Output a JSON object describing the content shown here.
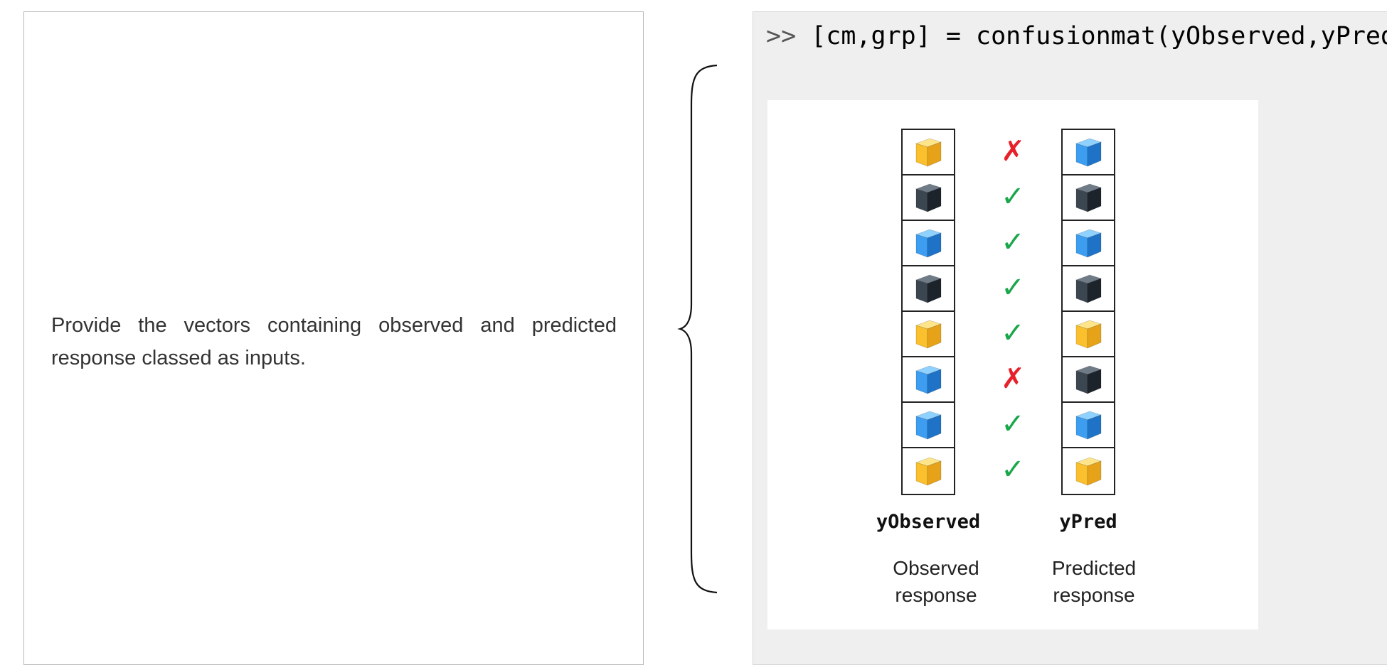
{
  "instruction": {
    "text": "Provide the vectors containing observed and predicted response classed as inputs."
  },
  "command": {
    "prompt": ">>",
    "code": "[cm,grp] = confusionmat(yObserved,yPred)"
  },
  "figure": {
    "observed_label": "yObserved",
    "observed_desc_line1": "Observed",
    "observed_desc_line2": "response",
    "pred_label": "yPred",
    "pred_desc_line1": "Predicted",
    "pred_desc_line2": "response",
    "rows": [
      {
        "observed": "yellow",
        "predicted": "blue",
        "match": false
      },
      {
        "observed": "black",
        "predicted": "black",
        "match": true
      },
      {
        "observed": "blue",
        "predicted": "blue",
        "match": true
      },
      {
        "observed": "black",
        "predicted": "black",
        "match": true
      },
      {
        "observed": "yellow",
        "predicted": "yellow",
        "match": true
      },
      {
        "observed": "blue",
        "predicted": "black",
        "match": false
      },
      {
        "observed": "blue",
        "predicted": "blue",
        "match": true
      },
      {
        "observed": "yellow",
        "predicted": "yellow",
        "match": true
      }
    ],
    "colors": {
      "yellow": {
        "top": "#ffe58a",
        "left": "#fbc02d",
        "right": "#e6a219"
      },
      "blue": {
        "top": "#8fd2ff",
        "left": "#3d9df0",
        "right": "#1f73c7"
      },
      "black": {
        "top": "#6f7b87",
        "left": "#3c4650",
        "right": "#1c232a"
      },
      "check": "#1aa64b",
      "cross": "#e8202a"
    }
  }
}
